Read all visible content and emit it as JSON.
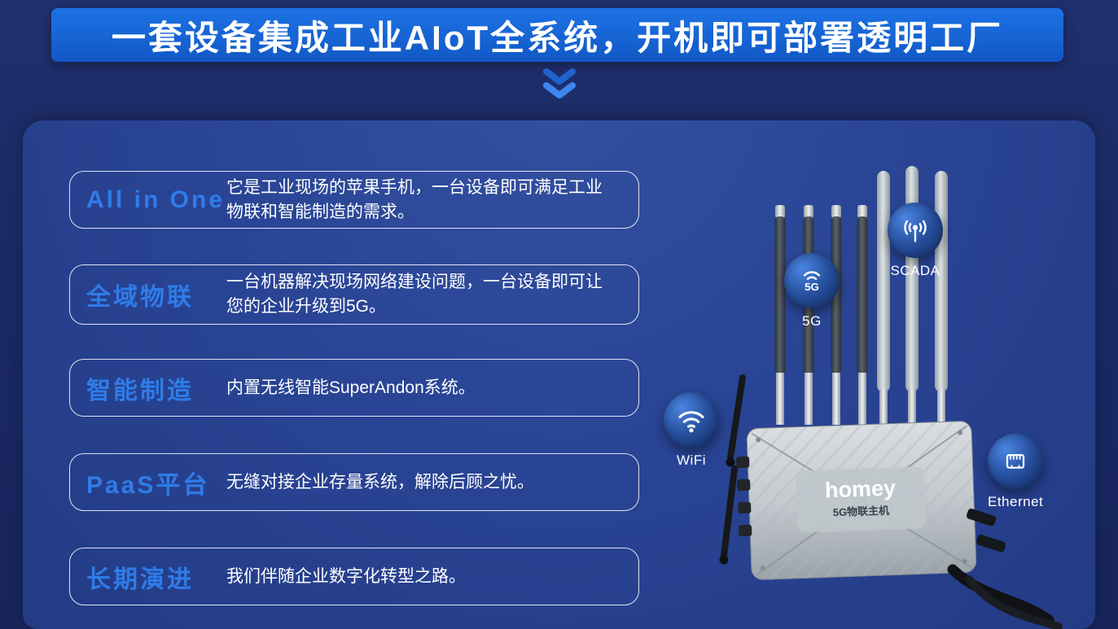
{
  "banner": {
    "title": "一套设备集成工业AIoT全系统，开机即可部署透明工厂"
  },
  "features": [
    {
      "title": "All in One",
      "desc": "它是工业现场的苹果手机，一台设备即可满足工业物联和智能制造的需求。"
    },
    {
      "title": "全域物联",
      "desc": "一台机器解决现场网络建设问题，一台设备即可让您的企业升级到5G。"
    },
    {
      "title": "智能制造",
      "desc": "内置无线智能SuperAndon系统。"
    },
    {
      "title": "PaaS平台",
      "desc": "无缝对接企业存量系统，解除后顾之忧。"
    },
    {
      "title": "长期演进",
      "desc": "我们伴随企业数字化转型之路。"
    }
  ],
  "device": {
    "brand": "homey",
    "model": "5G物联主机",
    "badges": {
      "g5": {
        "label": "5G",
        "icon": "5g-signal-icon",
        "icon_text": "5G"
      },
      "scada": {
        "label": "SCADA",
        "icon": "scada-broadcast-icon"
      },
      "wifi": {
        "label": "WiFi",
        "icon": "wifi-icon"
      },
      "ethernet": {
        "label": "Ethernet",
        "icon": "ethernet-port-icon"
      }
    }
  },
  "icons": {
    "chevron": "chevron-down-icon"
  },
  "colors": {
    "background": "#1c2b66",
    "panel": "#2a4596",
    "banner_blue": "#1565d8",
    "accent_blue": "#2f7ce8",
    "text_white": "#ffffff"
  }
}
